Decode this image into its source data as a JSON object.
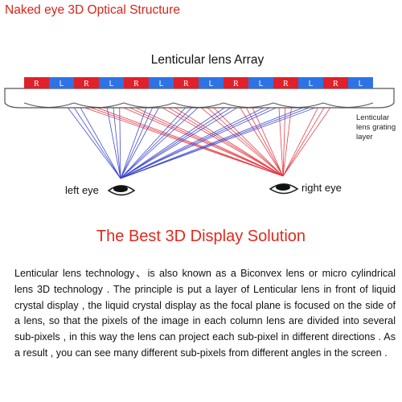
{
  "header": {
    "title": "Naked eye 3D Optical Structure"
  },
  "diagram": {
    "array_title": "Lenticular lens Array",
    "pixel_labels": [
      "R",
      "L",
      "R",
      "L",
      "R",
      "L",
      "R",
      "L",
      "R",
      "L",
      "R",
      "L",
      "R",
      "L"
    ],
    "lens_layer_label": [
      "Lenticular",
      "lens grating",
      "layer"
    ],
    "left_eye_label": "left eye",
    "right_eye_label": "right eye",
    "colors": {
      "right_ray": "#e4363f",
      "left_ray": "#3a44cc",
      "r_pixel": "#e0202a",
      "l_pixel": "#2d73e6",
      "lens_outline": "#555555"
    }
  },
  "solution": {
    "heading": "The Best 3D Display Solution",
    "paragraph": "Lenticular lens technology、is also known as a Biconvex lens or micro cylindrical lens 3D technology . The principle is put a layer of Lenticular lens in front of liquid crystal display , the liquid crystal display as the focal plane is focused on the side of a lens, so that the pixels of the image in each column lens are divided into several sub-pixels , in this way the lens can project each sub-pixel in different directions . As a result , you can see many different sub-pixels from different angles in the screen ."
  }
}
